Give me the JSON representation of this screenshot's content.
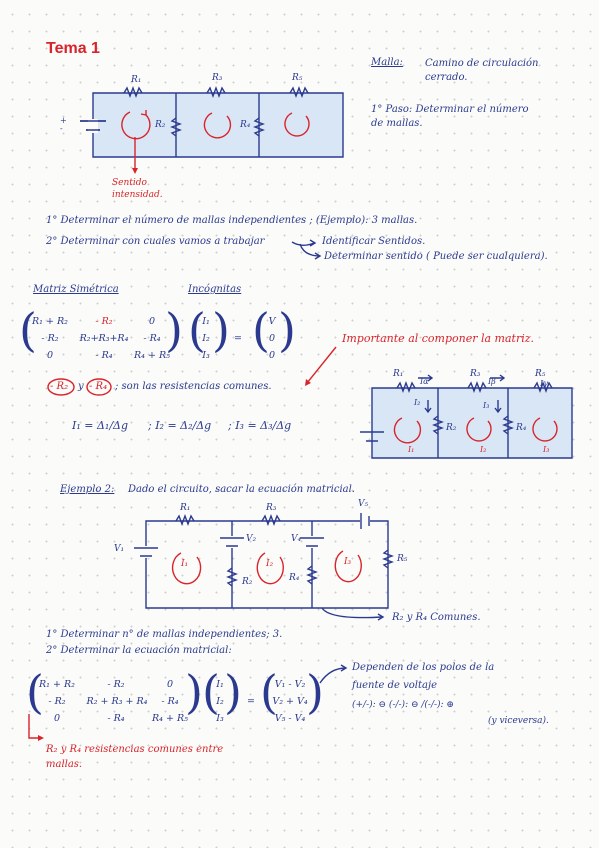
{
  "title": "Tema 1",
  "circuit1": {
    "labels": [
      "R₁",
      "R₃",
      "R₅",
      "R₂",
      "R₄"
    ],
    "battery_sign": "+\n-",
    "annotation": "Sentido\nintensidad."
  },
  "malla": {
    "def_term": "Malla:",
    "def_text": "Camino de circulación\ncerrado.",
    "paso1": "1° Paso: Determinar el número\nde mallas."
  },
  "steps": {
    "line1": "1° Determinar el número de mallas independientes ; (Ejemplo): 3 mallas.",
    "line2": "2° Determinar con cuales vamos a trabajar",
    "branch1": "Identificar Sentidos.",
    "branch2": "Determinar sentido ( Puede ser cualquiera)."
  },
  "headings": {
    "matriz": "Matriz Simétrica",
    "incognitas": "Incógnitas"
  },
  "matrix1": {
    "rows": [
      [
        "R₁ + R₂",
        "- R₂",
        "0"
      ],
      [
        "- R₂",
        "R₂+R₃+R₄",
        "- R₄"
      ],
      [
        "0",
        "- R₄",
        "R₄ + R₅"
      ]
    ],
    "unknowns": [
      "I₁",
      "I₂",
      "I₃"
    ],
    "rhs": [
      "V",
      "0",
      "0"
    ],
    "eq": "="
  },
  "important": "Importante al componer la matriz.",
  "common_note": {
    "r2": "- R₂",
    "y": "y",
    "r4": "- R₄",
    "text": "; son las resistencias comunes."
  },
  "currents": {
    "i1": "I₁ = Δ₁/Δg",
    "i2": "; I₂ = Δ₂/Δg",
    "i3": "; I₃ = Δ₃/Δg"
  },
  "circuit2": {
    "labels": [
      "R₁",
      "Iα",
      "R₃",
      "Iβ",
      "R₅",
      "Iγ",
      "I₂",
      "R₂",
      "I₃",
      "R₄",
      "I₁",
      "I₂",
      "I₃"
    ]
  },
  "example2": {
    "heading": "Ejemplo 2:",
    "text": "Dado el circuito, sacar la ecuación matricial.",
    "labels": [
      "R₁",
      "R₃",
      "V₅",
      "V₂",
      "V₄",
      "V₁",
      "I₁",
      "I₂",
      "I₃",
      "R₂",
      "R₄",
      "R₅"
    ],
    "common": "R₂ y R₄ Comunes."
  },
  "steps2": {
    "line1": "1° Determinar n° de mallas independientes; 3.",
    "line2": "2° Determinar la ecuación matricial:"
  },
  "matrix2": {
    "rows": [
      [
        "R₁ + R₂",
        "- R₂",
        "0"
      ],
      [
        "- R₂",
        "R₂ + R₃ + R₄",
        "- R₄"
      ],
      [
        "0",
        "- R₄",
        "R₄ + R₅"
      ]
    ],
    "unknowns": [
      "I₁",
      "I₂",
      "I₃"
    ],
    "rhs": [
      "V₁ - V₂",
      "V₂ + V₄",
      "V₅ - V₄"
    ],
    "eq": "="
  },
  "poles_note": {
    "line1": "Dependen de los polos de la",
    "line2": "fuente de voltaje",
    "line3": "(+/-): ⊖   (-/-): ⊖   /(-/-): ⊕",
    "line4": "(y viceversa)."
  },
  "footer_note": "R₂ y R₄ resistencias comunes entre\nmallas."
}
